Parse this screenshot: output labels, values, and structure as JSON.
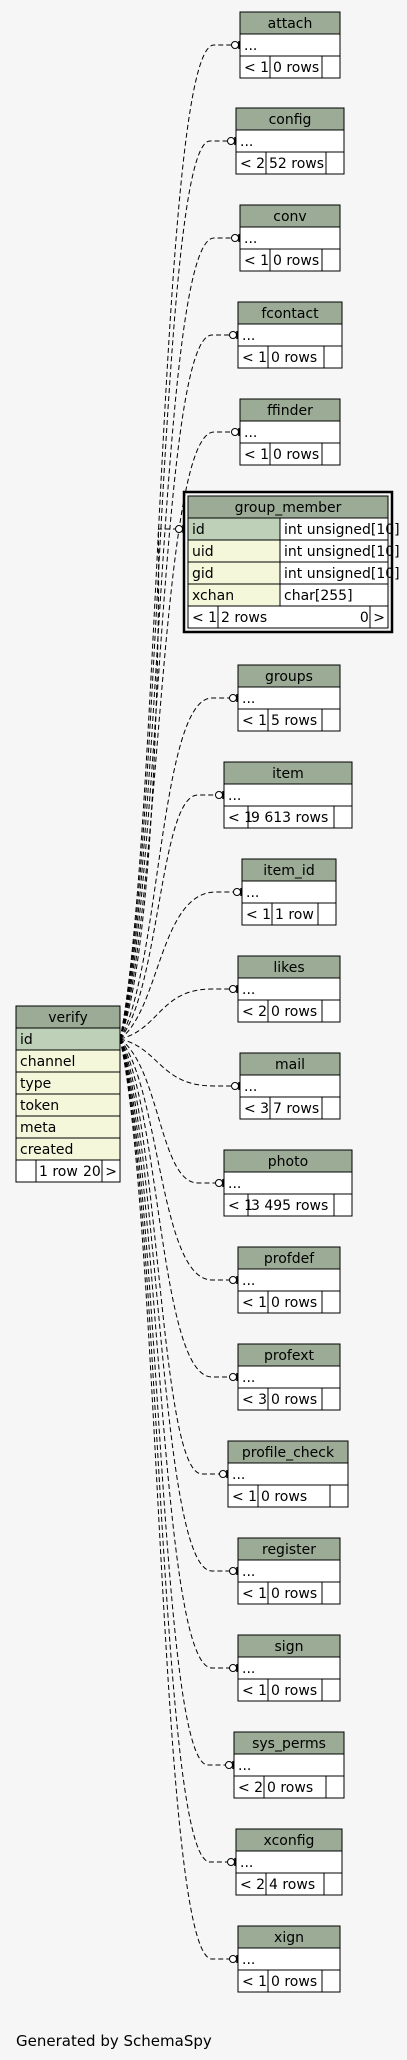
{
  "footer": {
    "generated_by": "Generated by SchemaSpy"
  },
  "colors": {
    "header": "#9bab96",
    "key_column": "#bed1b8",
    "column": "#f4f7da",
    "body": "#ffffff",
    "page": "#f6f6f6",
    "border": "#000000"
  },
  "central_table": {
    "name": "verify",
    "columns": [
      "id",
      "channel",
      "type",
      "token",
      "meta",
      "created"
    ],
    "footer": {
      "parents": "",
      "rows": "1 row",
      "children": "20 >"
    }
  },
  "tables": [
    {
      "name": "attach",
      "ellipsis": "...",
      "parents": "< 1",
      "rows": "0 rows",
      "children": ""
    },
    {
      "name": "config",
      "ellipsis": "...",
      "parents": "< 2",
      "rows": "52 rows",
      "children": ""
    },
    {
      "name": "conv",
      "ellipsis": "...",
      "parents": "< 1",
      "rows": "0 rows",
      "children": ""
    },
    {
      "name": "fcontact",
      "ellipsis": "...",
      "parents": "< 1",
      "rows": "0 rows",
      "children": ""
    },
    {
      "name": "ffinder",
      "ellipsis": "...",
      "parents": "< 1",
      "rows": "0 rows",
      "children": ""
    },
    {
      "name": "group_member",
      "highlight": true,
      "columns": [
        {
          "name": "id",
          "type": "int unsigned[10]",
          "key": true
        },
        {
          "name": "uid",
          "type": "int unsigned[10]",
          "key": false
        },
        {
          "name": "gid",
          "type": "int unsigned[10]",
          "key": false
        },
        {
          "name": "xchan",
          "type": "char[255]",
          "key": false
        }
      ],
      "parents": "< 1",
      "rows": "2 rows",
      "children": "0 >"
    },
    {
      "name": "groups",
      "ellipsis": "...",
      "parents": "< 1",
      "rows": "5 rows",
      "children": ""
    },
    {
      "name": "item",
      "ellipsis": "...",
      "parents": "< 1",
      "rows": "9 613 rows",
      "children": ""
    },
    {
      "name": "item_id",
      "ellipsis": "...",
      "parents": "< 1",
      "rows": "1 row",
      "children": ""
    },
    {
      "name": "likes",
      "ellipsis": "...",
      "parents": "< 2",
      "rows": "0 rows",
      "children": ""
    },
    {
      "name": "mail",
      "ellipsis": "...",
      "parents": "< 3",
      "rows": "7 rows",
      "children": ""
    },
    {
      "name": "photo",
      "ellipsis": "...",
      "parents": "< 1",
      "rows": "3 495 rows",
      "children": ""
    },
    {
      "name": "profdef",
      "ellipsis": "...",
      "parents": "< 1",
      "rows": "0 rows",
      "children": ""
    },
    {
      "name": "profext",
      "ellipsis": "...",
      "parents": "< 3",
      "rows": "0 rows",
      "children": ""
    },
    {
      "name": "profile_check",
      "ellipsis": "...",
      "parents": "< 1",
      "rows": "0 rows",
      "children": ""
    },
    {
      "name": "register",
      "ellipsis": "...",
      "parents": "< 1",
      "rows": "0 rows",
      "children": ""
    },
    {
      "name": "sign",
      "ellipsis": "...",
      "parents": "< 1",
      "rows": "0 rows",
      "children": ""
    },
    {
      "name": "sys_perms",
      "ellipsis": "...",
      "parents": "< 2",
      "rows": "0 rows",
      "children": ""
    },
    {
      "name": "xconfig",
      "ellipsis": "...",
      "parents": "< 2",
      "rows": "4 rows",
      "children": ""
    },
    {
      "name": "xign",
      "ellipsis": "...",
      "parents": "< 1",
      "rows": "0 rows",
      "children": ""
    }
  ]
}
